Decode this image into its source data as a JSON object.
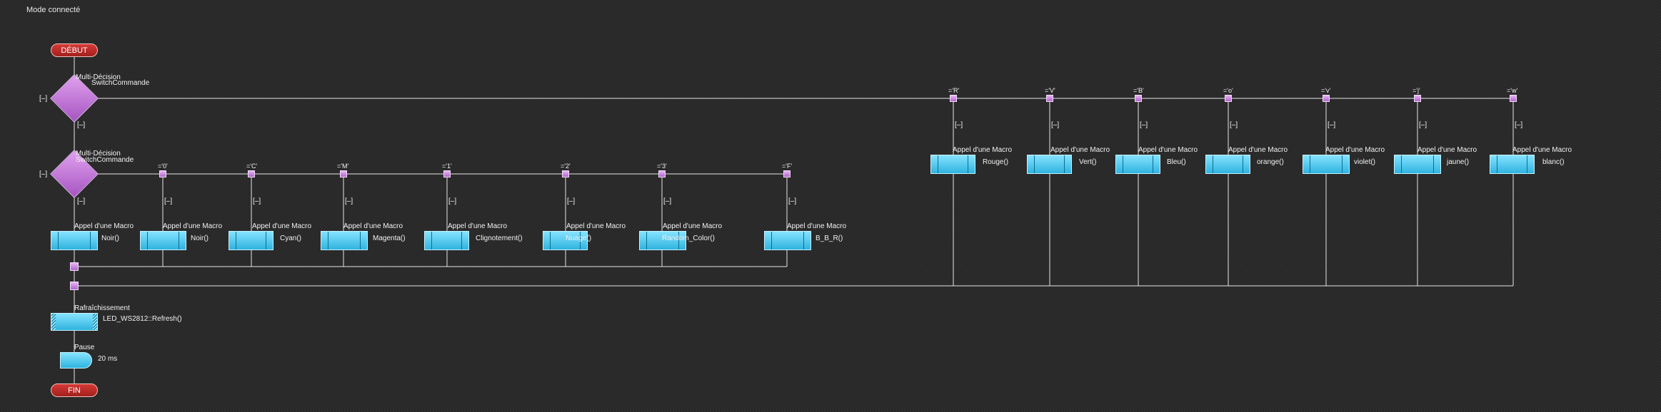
{
  "mode_label": "Mode connecté",
  "start_label": "DÉBUT",
  "end_label": "FIN",
  "decision1": {
    "type": "Multi-Décision",
    "name": "SwitchCommande",
    "default": "[–]"
  },
  "decision2": {
    "type": "Multi-Décision",
    "name": "SwitchCommande",
    "default": "[–]"
  },
  "branch_tag": "[–]",
  "macro_call": "Appel d'une Macro",
  "refresh": {
    "title": "Rafraîchissement",
    "call": "LED_WS2812::Refresh()"
  },
  "pause": {
    "title": "Pause",
    "value": "20 ms"
  },
  "top_cases": [
    {
      "case": "='R'",
      "macro": "Rouge()"
    },
    {
      "case": "='V'",
      "macro": "Vert()"
    },
    {
      "case": "='B'",
      "macro": "Bleu()"
    },
    {
      "case": "='o'",
      "macro": "orange()"
    },
    {
      "case": "='v'",
      "macro": "violet()"
    },
    {
      "case": "='j'",
      "macro": "jaune()"
    },
    {
      "case": "='w'",
      "macro": "blanc()"
    }
  ],
  "default_macro": "Noir()",
  "bottom_cases": [
    {
      "case": "='0'",
      "macro": "Noir()"
    },
    {
      "case": "='C'",
      "macro": "Cyan()"
    },
    {
      "case": "='M'",
      "macro": "Magenta()"
    },
    {
      "case": "='1'",
      "macro": "Clignotement()"
    },
    {
      "case": "='2'",
      "macro": "Nuage()"
    },
    {
      "case": "='3'",
      "macro": "Random_Color()"
    },
    {
      "case": "='F'",
      "macro": "B_B_R()"
    }
  ]
}
